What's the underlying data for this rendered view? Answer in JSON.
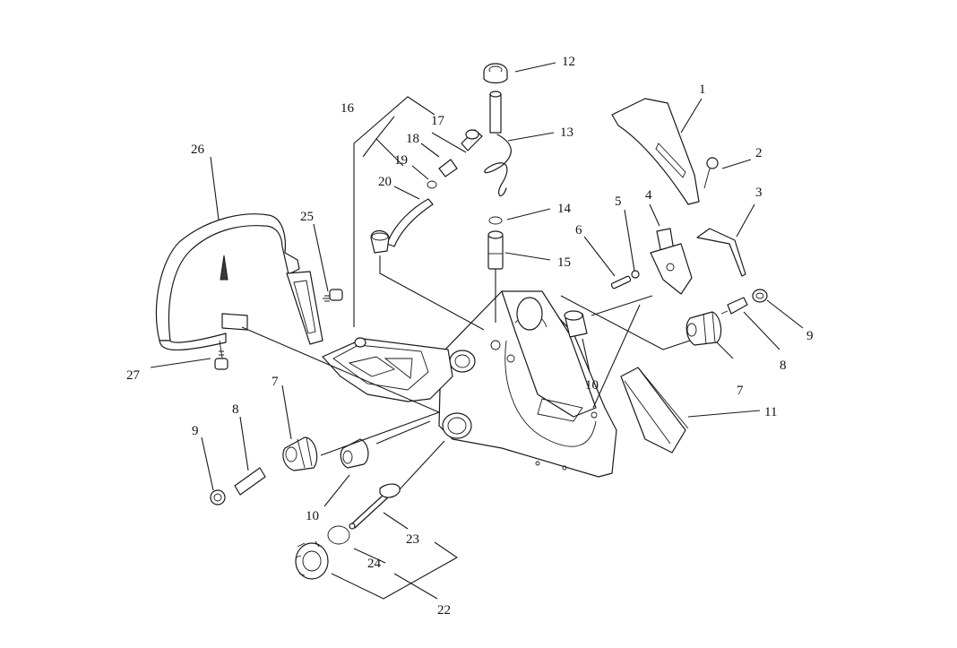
{
  "callouts": {
    "c1": "1",
    "c2": "2",
    "c3": "3",
    "c4": "4",
    "c5": "5",
    "c6": "6",
    "c7a": "7",
    "c7b": "7",
    "c8a": "8",
    "c8b": "8",
    "c9a": "9",
    "c9b": "9",
    "c10a": "10",
    "c10b": "10",
    "c11": "11",
    "c12": "12",
    "c13": "13",
    "c14": "14",
    "c15": "15",
    "c16": "16",
    "c17": "17",
    "c18": "18",
    "c19": "19",
    "c20": "20",
    "c22": "22",
    "c23": "23",
    "c24": "24",
    "c25": "25",
    "c26": "26",
    "c27": "27"
  },
  "colors": {
    "line": "#1a1a1a",
    "background": "#ffffff"
  }
}
